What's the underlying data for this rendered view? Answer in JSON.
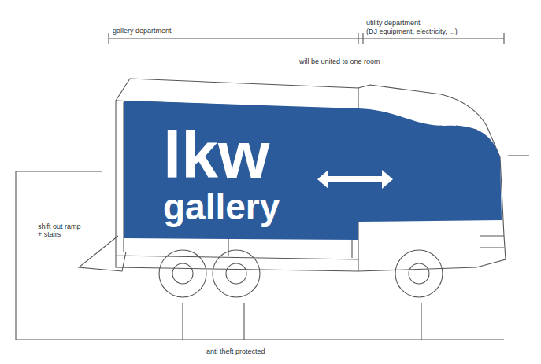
{
  "diagram": {
    "nodes": [
      {
        "text": [
          "lkw",
          "gallery"
        ]
      }
    ],
    "labels": [
      "gallery department",
      "utility department",
      "(DJ equipment, electricity, ...)",
      "will be united to one room",
      "shift out ramp + stairs",
      "anti theft protected"
    ]
  }
}
